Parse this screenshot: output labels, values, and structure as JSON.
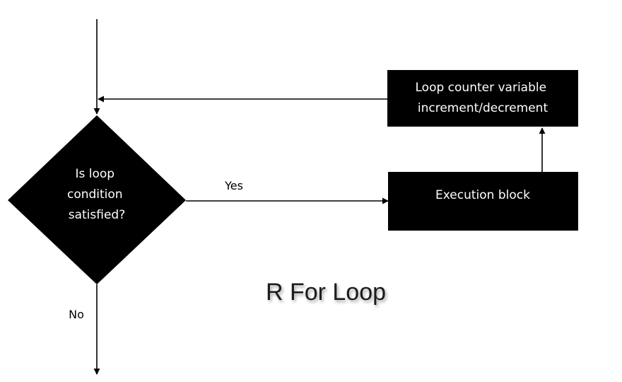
{
  "diagram": {
    "type": "flowchart",
    "caption": "R For Loop",
    "colors": {
      "node_fill": "#000000",
      "node_text": "#ffffff",
      "line": "#000000",
      "background": "#ffffff"
    },
    "nodes": {
      "decision": {
        "shape": "diamond",
        "lines": [
          "Is loop",
          "condition",
          "satisfied?"
        ]
      },
      "execution": {
        "shape": "rectangle",
        "lines": [
          "Execution block"
        ]
      },
      "increment": {
        "shape": "rectangle",
        "lines": [
          "Loop counter variable",
          "increment/decrement"
        ]
      }
    },
    "edges": {
      "yes_label": "Yes",
      "no_label": "No"
    }
  }
}
